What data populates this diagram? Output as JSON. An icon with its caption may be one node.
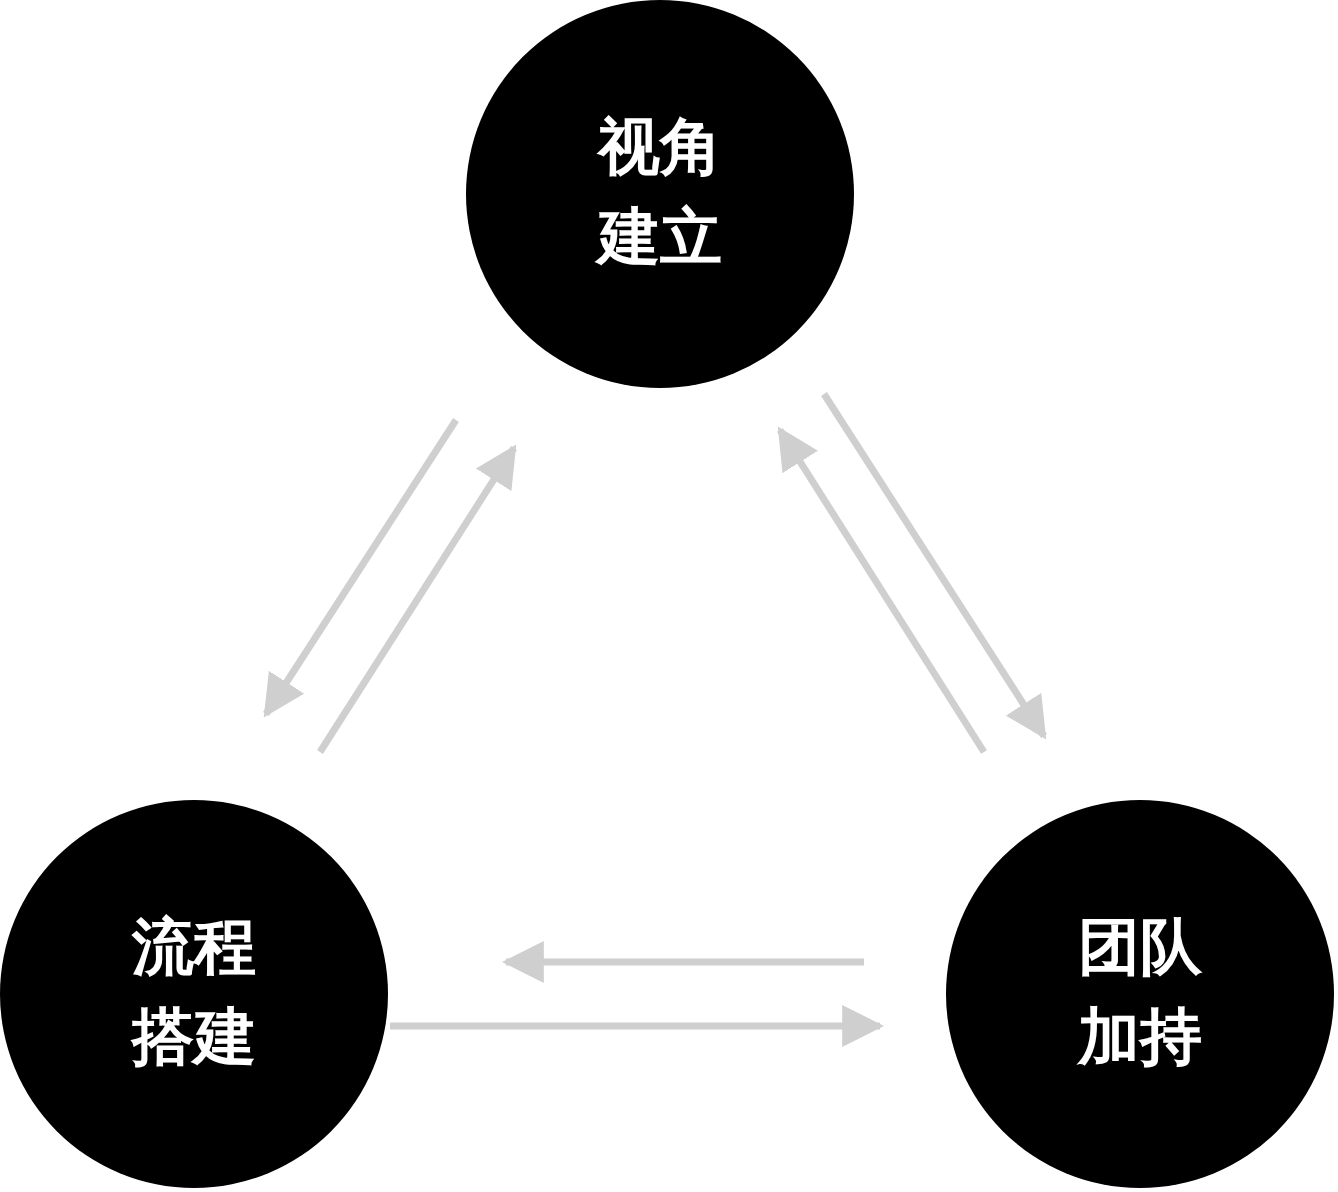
{
  "diagram": {
    "nodes": [
      {
        "text": [
          "视角建立"
        ]
      },
      {
        "text": [
          "流程搭建"
        ]
      },
      {
        "text": [
          "团队加持"
        ]
      }
    ],
    "edges": [
      {
        "from": 0,
        "to": 1,
        "arrow": "to"
      },
      {
        "from": 1,
        "to": 0,
        "arrow": "to"
      },
      {
        "from": 0,
        "to": 2,
        "arrow": "to"
      },
      {
        "from": 2,
        "to": 0,
        "arrow": "to"
      },
      {
        "from": 2,
        "to": 1,
        "arrow": "to"
      },
      {
        "from": 1,
        "to": 2,
        "arrow": "to"
      }
    ]
  }
}
